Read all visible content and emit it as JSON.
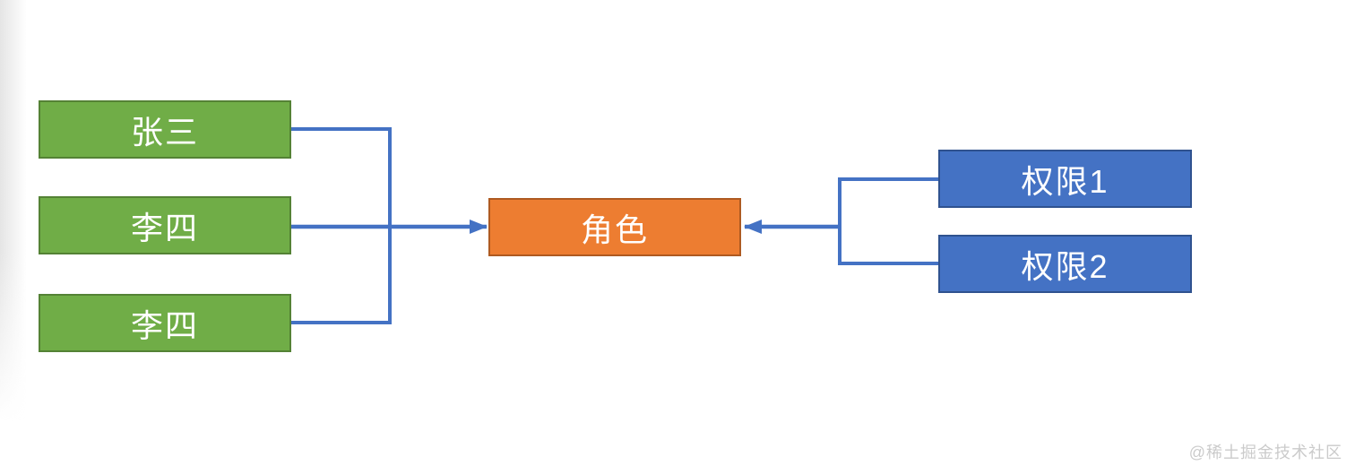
{
  "diagram": {
    "users": [
      {
        "label": "张三"
      },
      {
        "label": "李四"
      },
      {
        "label": "李四"
      }
    ],
    "role": {
      "label": "角色"
    },
    "permissions": [
      {
        "label": "权限1"
      },
      {
        "label": "权限2"
      }
    ]
  },
  "colors": {
    "user_fill": "#70AD47",
    "user_border": "#548235",
    "role_fill": "#ED7D31",
    "role_border": "#AE5A21",
    "permission_fill": "#4472C4",
    "permission_border": "#2F528F",
    "connector": "#4472C4",
    "watermark_text": "#CBCBCB"
  },
  "watermark": {
    "text": "@稀土掘金技术社区"
  }
}
